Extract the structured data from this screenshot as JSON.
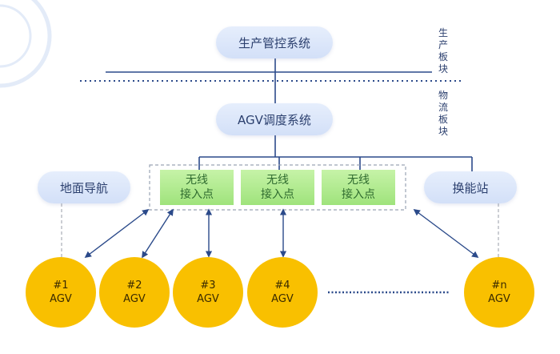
{
  "nodes": {
    "production": "生产管控系统",
    "agv_dispatch": "AGV调度系统",
    "ground_nav": "地面导航",
    "swap_station": "换能站"
  },
  "zones": {
    "production": "生产板块",
    "logistics": "物流板块"
  },
  "access_points": [
    {
      "line1": "无线",
      "line2": "接入点"
    },
    {
      "line1": "无线",
      "line2": "接入点"
    },
    {
      "line1": "无线",
      "line2": "接入点"
    }
  ],
  "agvs": [
    {
      "id": "#1",
      "label": "AGV"
    },
    {
      "id": "#2",
      "label": "AGV"
    },
    {
      "id": "#3",
      "label": "AGV"
    },
    {
      "id": "#4",
      "label": "AGV"
    },
    {
      "id": "#n",
      "label": "AGV"
    }
  ],
  "colors": {
    "line": "#2b4a8a",
    "agv": "#f9c000",
    "ap": "#a6e682",
    "pill": "#dce6fa"
  }
}
